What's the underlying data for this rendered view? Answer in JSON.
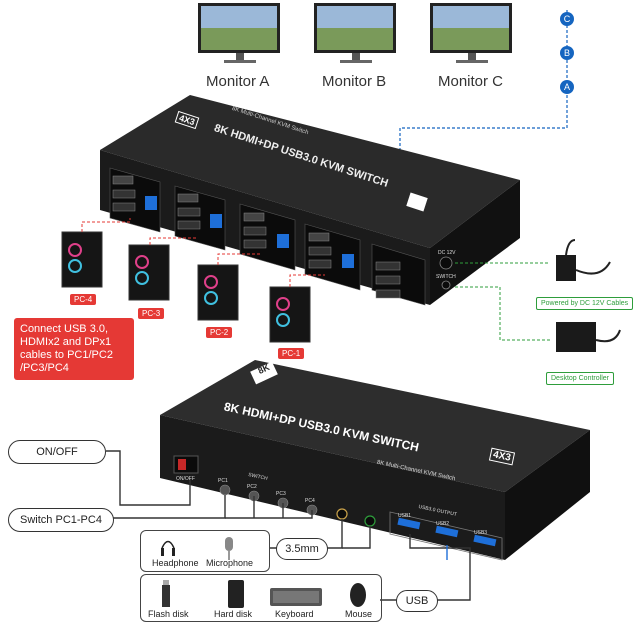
{
  "monitors": [
    {
      "label": "Monitor A"
    },
    {
      "label": "Monitor B"
    },
    {
      "label": "Monitor C"
    }
  ],
  "monitor_ports": [
    "C",
    "B",
    "A"
  ],
  "device_top": {
    "title": "8K HDMI+DP USB3.0 KVM SWITCH",
    "model_badge": "4X3",
    "subtitle": "8K Multi-Channel KVM Switch",
    "port_labels": [
      "DC 12V",
      "SWITCH"
    ]
  },
  "pcs": [
    "PC-4",
    "PC-3",
    "PC-2",
    "PC-1"
  ],
  "note_connect": "Connect USB 3.0,\nHDMIx2 and DPx1\ncables to PC1/PC2\n/PC3/PC4",
  "power_label": "Powered by DC 12V Cables",
  "controller_label": "Desktop Controller",
  "device_front": {
    "badge_8k": "8K",
    "title": "8K HDMI+DP USB3.0 KVM SWITCH",
    "model_badge": "4X3",
    "subtitle": "8K Multi-Channel KVM Switch",
    "on_off_label": "ON/OFF",
    "switch_label": "SWITCH",
    "pc_buttons": [
      "PC1",
      "PC2",
      "PC3",
      "PC4"
    ],
    "usb_output_label": "USB3.0 OUTPUT",
    "usb_ports": [
      "USB1",
      "USB2",
      "USB3"
    ]
  },
  "callouts": {
    "on_off": "ON/OFF",
    "switch_pc": "Switch PC1-PC4",
    "audio": "3.5mm",
    "usb": "USB"
  },
  "audio_devices": [
    "Headphone",
    "Microphone"
  ],
  "usb_devices": [
    "Flash disk",
    "Hard disk",
    "Keyboard",
    "Mouse"
  ],
  "colors": {
    "red_accent": "#e53935",
    "blue_port": "#1e6fd9",
    "green_label": "#2e9d3b",
    "device_body": "#1b1b1b"
  }
}
